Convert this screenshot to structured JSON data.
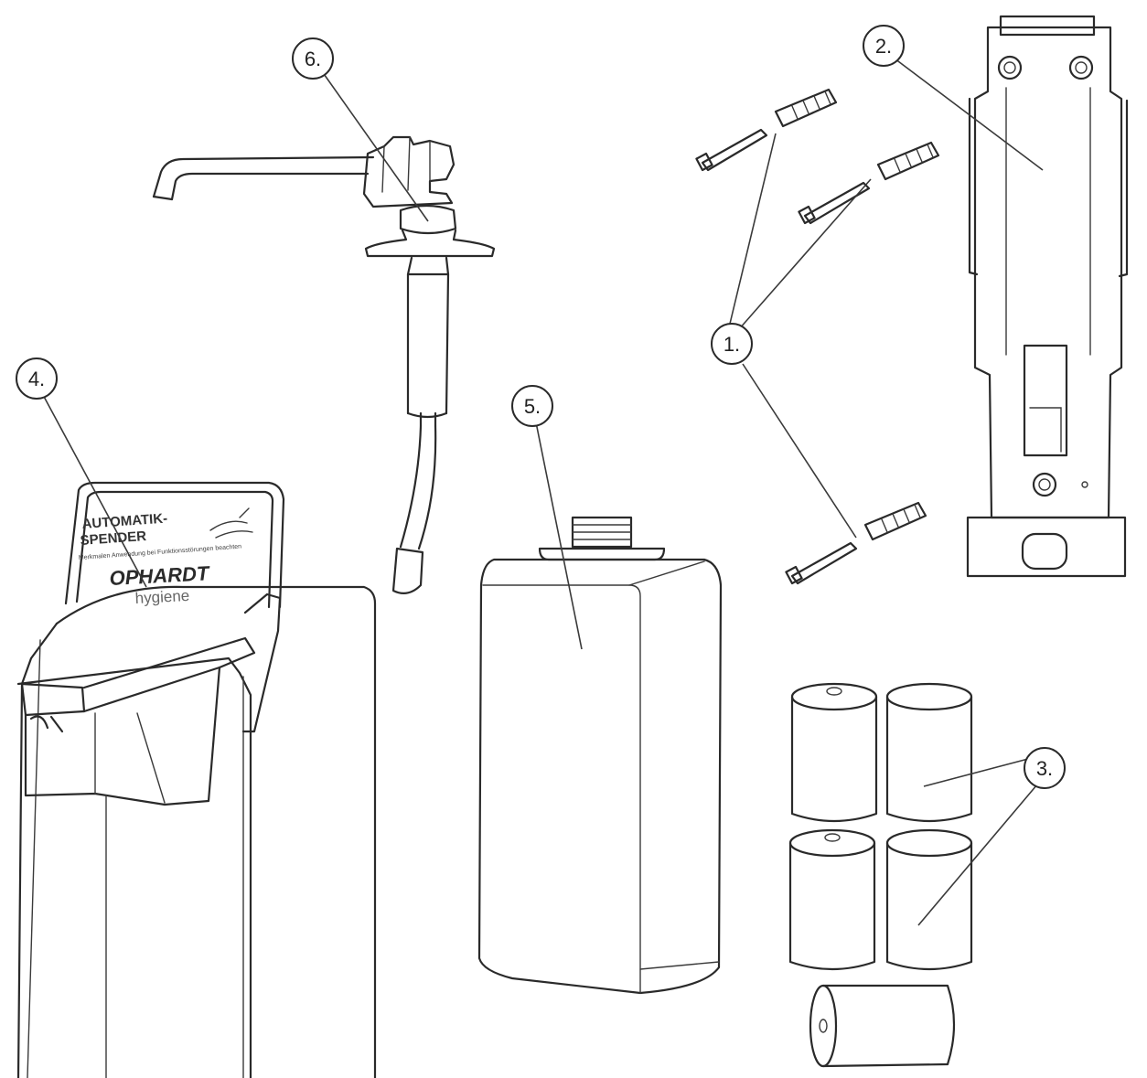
{
  "callouts": [
    {
      "id": "1",
      "label": "1."
    },
    {
      "id": "2",
      "label": "2."
    },
    {
      "id": "3",
      "label": "3."
    },
    {
      "id": "4",
      "label": "4."
    },
    {
      "id": "5",
      "label": "5."
    },
    {
      "id": "6",
      "label": "6."
    }
  ],
  "dispenser_sign": {
    "line1": "AUTOMATIK-",
    "line2": "SPENDER",
    "small_print": "Merkmalen Anwendung bei Funktionsstörungen beachten",
    "brand": "OPHARDT",
    "brand_sub": "hygiene"
  },
  "colors": {
    "line": "#2a2a2a",
    "background": "#ffffff"
  }
}
